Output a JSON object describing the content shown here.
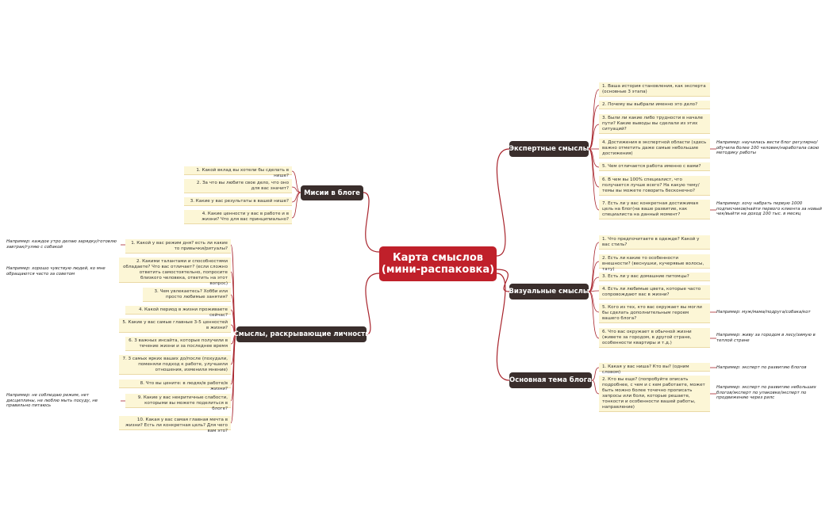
{
  "central": {
    "title_line1": "Карта смыслов",
    "title_line2": "(мини-распаковка)"
  },
  "branches": {
    "expert": {
      "label": "Экспертные смыслы",
      "items": [
        "1. Ваша история становления, как эксперта (основные 3 этапа)",
        "2. Почему вы выбрали именно это дело?",
        "3. Были ли какие либо трудности в начале пути? Какие выводы вы сделали из этих ситуаций?",
        "4. Достижения в экспертной области (здесь важно отметить даже самые небольшие достижения)",
        "5. Чем отличается работа именно с вами?",
        "6. В чем вы 100% специалист, что получается лучше всего? На какую тему/темы вы можете говорить бесконечно?",
        "7. Есть ли у вас конкретная достижимая цель на блог(на ваше развитие, как специалиста на данный момент?"
      ],
      "notes": [
        "Например: научилась вести блог регулярно/обучила более 100 человек/наработала свою методику работы",
        "Например: хочу набрать первую 1000 подписчиков/найти первого клиента за новый чек/выйти на доход 100 тыс. в месяц"
      ]
    },
    "mission": {
      "label": "Мисии в блоге",
      "items": [
        "1. Какой вклад вы хотели бы сделать в нише?",
        "2. За что вы любите свое дело, что оно для вас значит?",
        "3. Какие у вас результаты в вашей нише?",
        "4. Какие ценности у вас в работе и в жизни? Что для вас принципиально?"
      ]
    },
    "visual": {
      "label": "Визуальные смыслы",
      "items": [
        "1. Что предпочитаете в одежде? Какой у вас стиль?",
        "2. Есть ли какие то особенности внешности? (веснушки, кучерявые волосы, тату)",
        "3. Есть ли у вас домашние питомцы?",
        "4. Есть ли любимые цвета, которые часто сопровождают вас в жизни?",
        "5. Кого из тех, кто вас окружает вы могли бы сделать дополнительным героем вашего блога?",
        "6. Что вас окружает в обычной жизни (живете за городом, в другой стране, особенности квартиры и т.д.)"
      ],
      "notes": [
        "Например: муж/мама/подруга/собака/кот",
        "Например: живу за городом в лесу/зимую в теплой стране"
      ]
    },
    "theme": {
      "label": "Основная тема блога",
      "items": [
        "1. Какая у вас ниша? Кто вы? (одним словом)",
        "2. Кто вы еще? (попробуйте описать подробнее, с чем и с кем работаете, может быть можно более точечно прописать запросы или боли, которые решаете, тонкости и особенности вашей работы, направление)"
      ],
      "notes": [
        "Например: эксперт по развитию блогов",
        "Например: эксперт по развитию небольших блогов/эксперт по упаковке/эксперт по продвижению через рилс"
      ]
    },
    "personality": {
      "label": "Смыслы, раскрывающие личность",
      "items": [
        "1. Какой у вас режим дня? есть ли какие то привычки/ритуалы?",
        "2. Какими талантами и способностями обладаете? Что вас отличает? (если сложно ответить самостоятельно, попросите близкого человека, ответить на этот вопрос)",
        "3. Чем увлекаетесь? Хобби или просто любимые занятия?",
        "4. Какой период в жизни проживаете сейчас?",
        "5. Какие у вас самые главные 3-5 ценностей в жизни?",
        "6. 3 важных инсайта, которые получили в течение жизни и за последнее время",
        "7. 3 самых ярких ваших до/после (похудали, поменяли подход к работе, улучшили отношения, изменили мнение)",
        "8. Что вы цените: в людях/в работе/в жизни?",
        "9. Какие у вас некритичные слабости, которыми вы можете поделиться в блоге?",
        "10. Какая у вас самая главная мечта в жизни? Есть ли конкретная цель? Для чего вам это?"
      ],
      "notes": [
        "Например: каждое утро делаю зарядку/готовлю завтрак/гуляю с собакой",
        "Например: хорошо чувствую людей, ко мне обращаются часто за советом",
        "Например: не соблюдаю режим, нет дисциплины, не люблю мыть посуду, не правильно питаюсь"
      ]
    }
  },
  "colors": {
    "central": "#c0202a",
    "branch": "#3a2e2c",
    "leaf": "#fcf6d6",
    "line": "#a8242c"
  }
}
